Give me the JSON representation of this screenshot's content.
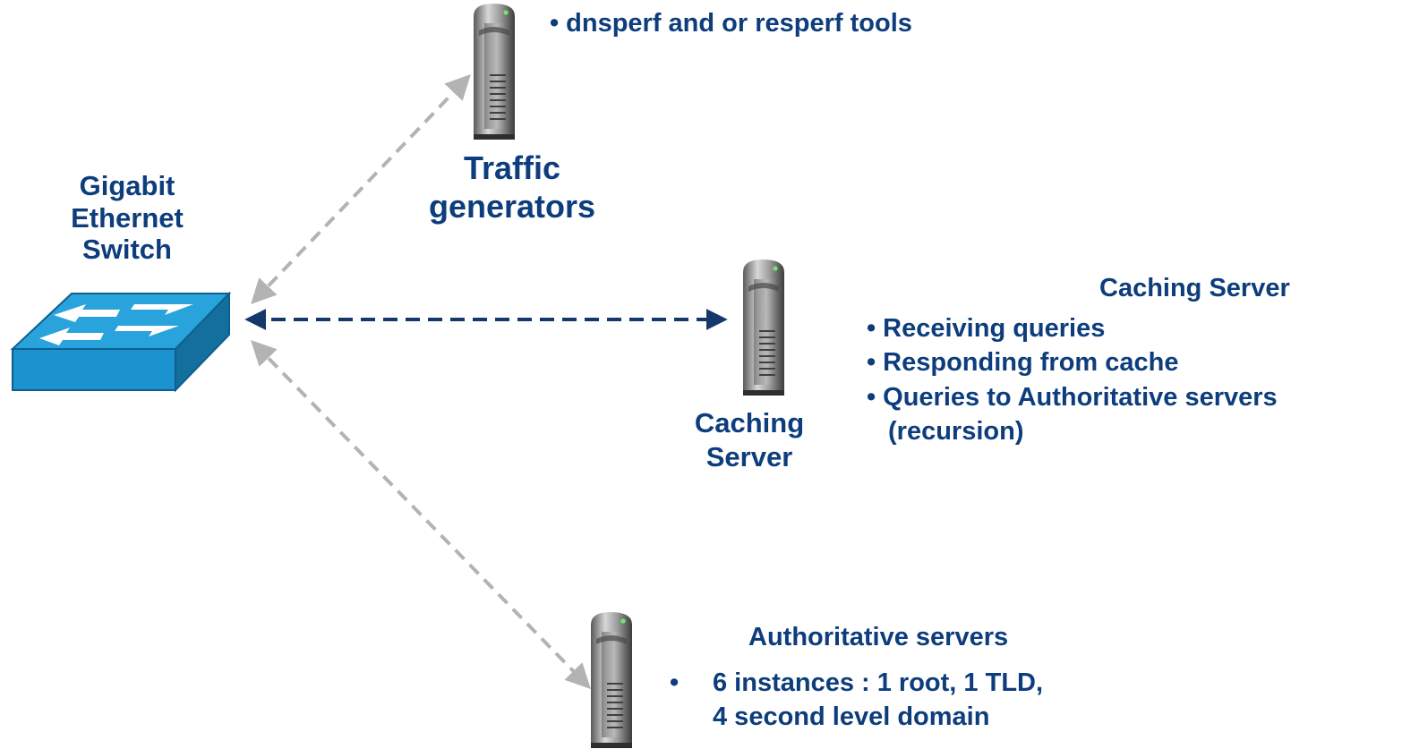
{
  "switch": {
    "label_lines": [
      "Gigabit",
      "Ethernet",
      "Switch"
    ]
  },
  "traffic_generators": {
    "label_lines": [
      "Traffic",
      "generators"
    ],
    "bullet": "dnsperf and or resperf tools"
  },
  "caching_server": {
    "label_lines": [
      "Caching",
      "Server"
    ],
    "heading": "Caching Server",
    "bullets": [
      "Receiving queries",
      "Responding from cache",
      "Queries to Authoritative servers"
    ],
    "continuation": "(recursion)"
  },
  "authoritative_servers": {
    "heading": "Authoritative servers",
    "bullet_line1": "6 instances : 1 root, 1 TLD,",
    "bullet_line2": "4 second level domain"
  },
  "colors": {
    "text": "#0d3d7c",
    "link_gray": "#b3b3b3",
    "link_navy": "#14386b",
    "switch_top": "#29a3dc",
    "switch_side": "#1b7fb8"
  },
  "glyphs": {
    "bullet": "•"
  }
}
